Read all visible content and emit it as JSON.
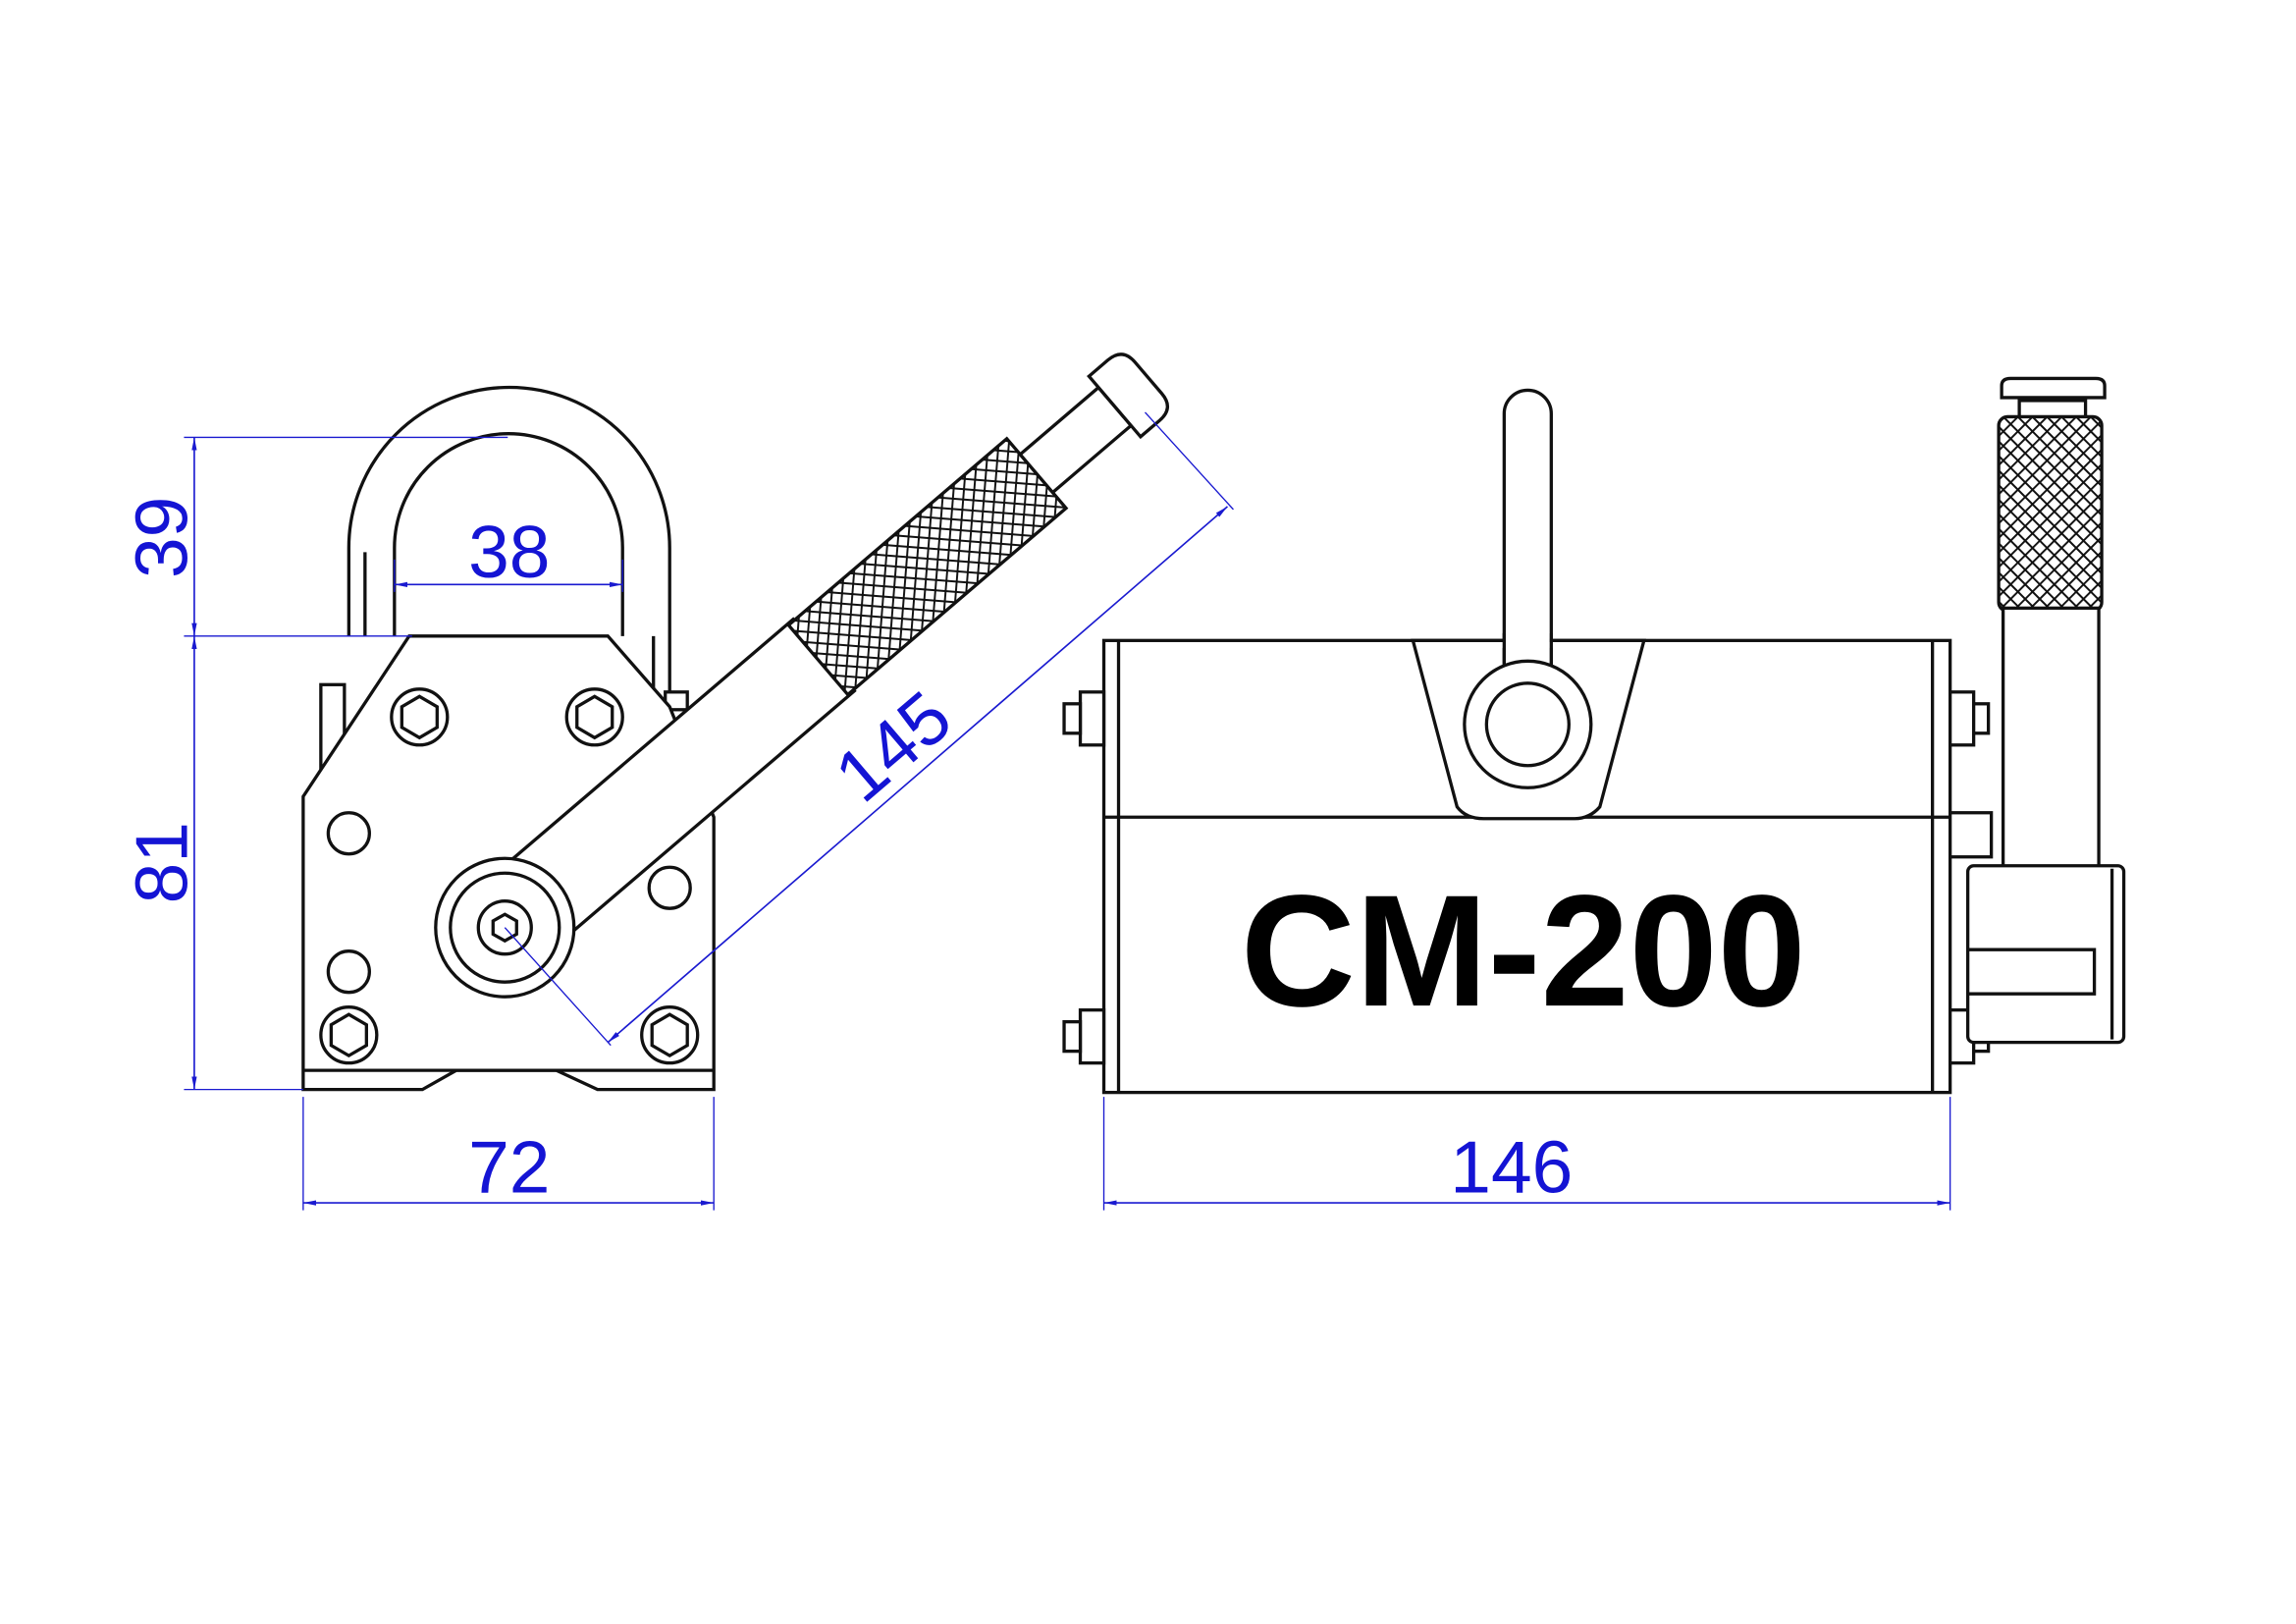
{
  "drawing": {
    "model_label": "CM-200",
    "dimensions": {
      "shackle_height": "39",
      "shackle_width": "38",
      "body_height": "81",
      "body_width": "72",
      "handle_length": "145",
      "total_length": "146"
    },
    "colors": {
      "dimension": "#1a1ad0",
      "outline": "#111111",
      "background": "#ffffff"
    }
  }
}
